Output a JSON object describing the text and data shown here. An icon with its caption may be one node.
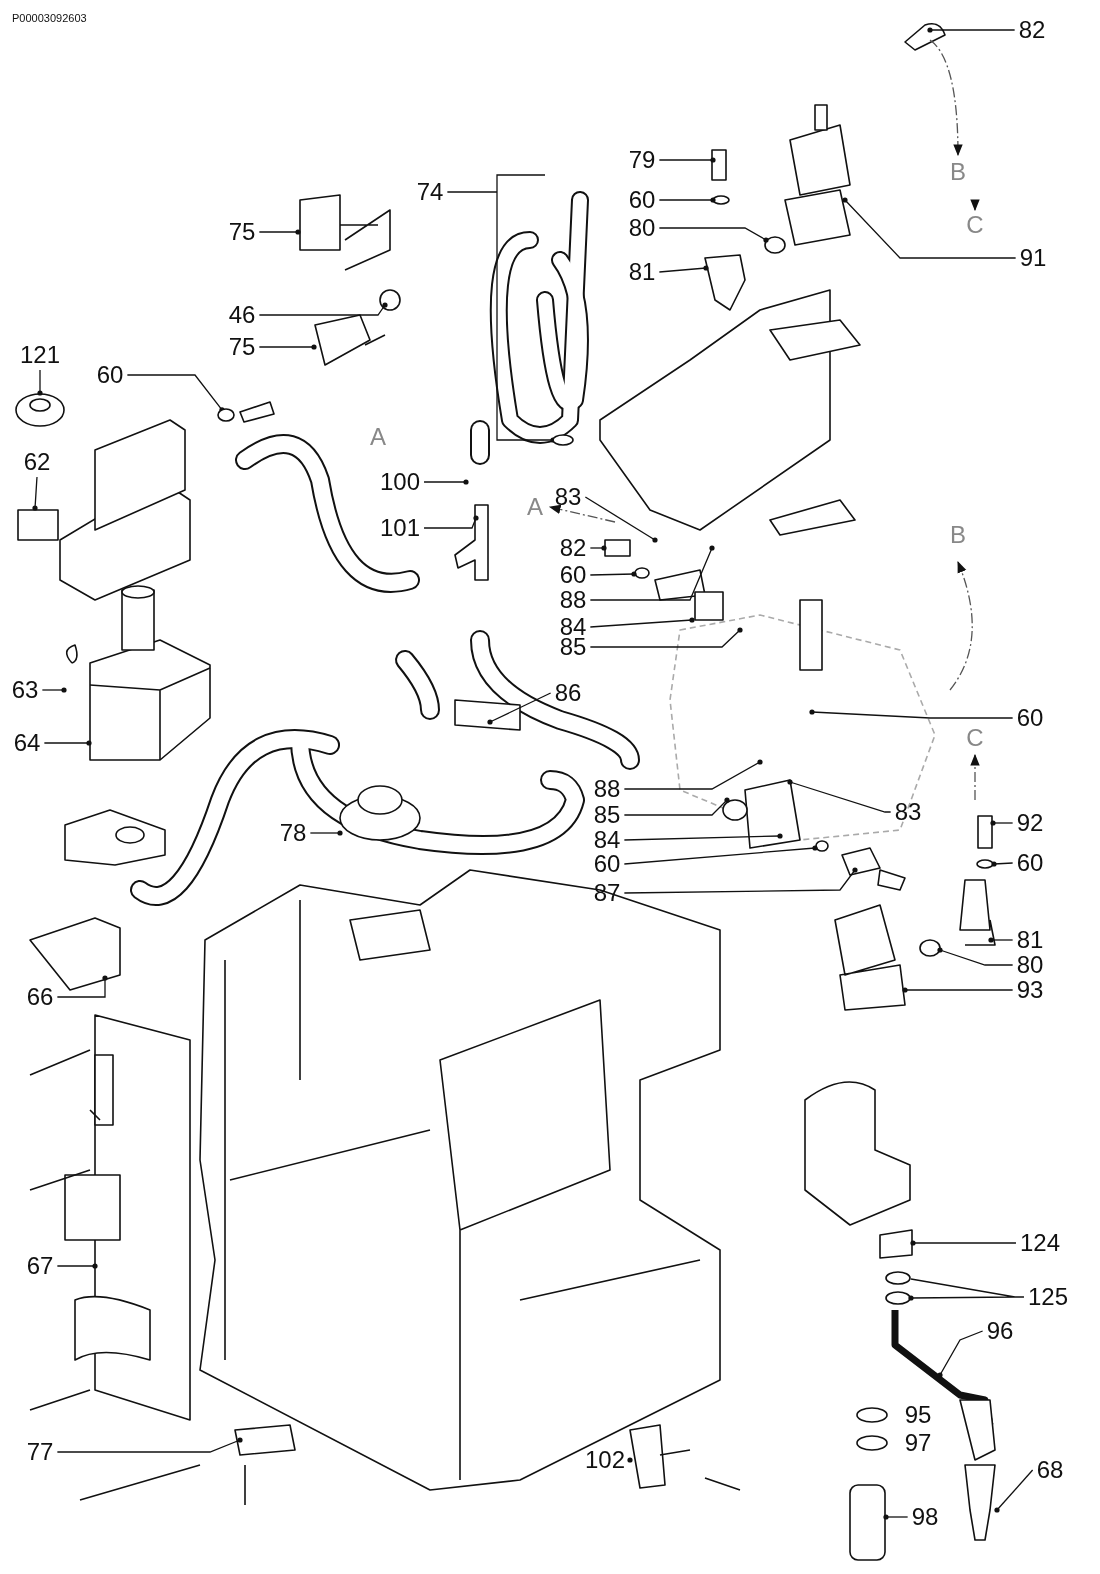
{
  "diagram": {
    "nodes": [
      {
        "text": [
          "82"
        ]
      },
      {
        "text": [
          "79"
        ]
      },
      {
        "text": [
          "60"
        ]
      },
      {
        "text": [
          "80"
        ]
      },
      {
        "text": [
          "81"
        ]
      },
      {
        "text": [
          "74"
        ]
      },
      {
        "text": [
          "91"
        ]
      },
      {
        "text": [
          "75"
        ]
      },
      {
        "text": [
          "46"
        ]
      },
      {
        "text": [
          "75"
        ]
      },
      {
        "text": [
          "121"
        ]
      },
      {
        "text": [
          "60"
        ]
      },
      {
        "text": [
          "62"
        ]
      },
      {
        "text": [
          "100"
        ]
      },
      {
        "text": [
          "101"
        ]
      },
      {
        "text": [
          "83"
        ]
      },
      {
        "text": [
          "82"
        ]
      },
      {
        "text": [
          "60"
        ]
      },
      {
        "text": [
          "88"
        ]
      },
      {
        "text": [
          "84"
        ]
      },
      {
        "text": [
          "85"
        ]
      },
      {
        "text": [
          "86"
        ]
      },
      {
        "text": [
          "63"
        ]
      },
      {
        "text": [
          "64"
        ]
      },
      {
        "text": [
          "60"
        ]
      },
      {
        "text": [
          "88"
        ]
      },
      {
        "text": [
          "85"
        ]
      },
      {
        "text": [
          "83"
        ]
      },
      {
        "text": [
          "84"
        ]
      },
      {
        "text": [
          "92"
        ]
      },
      {
        "text": [
          "60"
        ]
      },
      {
        "text": [
          "60"
        ]
      },
      {
        "text": [
          "87"
        ]
      },
      {
        "text": [
          "78"
        ]
      },
      {
        "text": [
          "81"
        ]
      },
      {
        "text": [
          "80"
        ]
      },
      {
        "text": [
          "93"
        ]
      },
      {
        "text": [
          "66"
        ]
      },
      {
        "text": [
          "67"
        ]
      },
      {
        "text": [
          "124"
        ]
      },
      {
        "text": [
          "125"
        ]
      },
      {
        "text": [
          "96"
        ]
      },
      {
        "text": [
          "77"
        ]
      },
      {
        "text": [
          "102"
        ]
      },
      {
        "text": [
          "68"
        ]
      },
      {
        "text": [
          "98"
        ]
      },
      {
        "text": [],
        "shape": "circle"
      },
      {
        "text": [],
        "shape": "circle"
      }
    ],
    "edges": [
      {
        "from": 0,
        "to": null,
        "arrow": "other"
      },
      {
        "from": 1,
        "to": null,
        "arrow": "other"
      },
      {
        "from": 2,
        "to": null,
        "arrow": "other"
      },
      {
        "from": 3,
        "to": null,
        "arrow": "other"
      },
      {
        "from": 4,
        "to": null,
        "arrow": "other"
      },
      {
        "from": 5,
        "to": 47,
        "arrow": "other"
      },
      {
        "from": 6,
        "to": null,
        "arrow": "other"
      },
      {
        "from": 7,
        "to": null,
        "arrow": "other"
      },
      {
        "from": 8,
        "to": null,
        "arrow": "other"
      },
      {
        "from": 9,
        "to": null,
        "arrow": "other"
      },
      {
        "from": 10,
        "to": null,
        "arrow": "other"
      },
      {
        "from": 11,
        "to": 46,
        "arrow": "other"
      },
      {
        "from": 12,
        "to": null,
        "arrow": "other"
      },
      {
        "from": 13,
        "to": null,
        "arrow": "other"
      },
      {
        "from": 14,
        "to": null,
        "arrow": "other"
      },
      {
        "from": 15,
        "to": null,
        "arrow": "other"
      },
      {
        "from": 16,
        "to": null,
        "arrow": "other"
      },
      {
        "from": 17,
        "to": null,
        "arrow": "other"
      },
      {
        "from": 18,
        "to": null,
        "arrow": "other"
      },
      {
        "from": 19,
        "to": null,
        "arrow": "other"
      },
      {
        "from": 20,
        "to": null,
        "arrow": "other"
      },
      {
        "from": 21,
        "to": null,
        "arrow": "other"
      },
      {
        "from": 22,
        "to": null,
        "arrow": "other"
      },
      {
        "from": 23,
        "to": null,
        "arrow": "other"
      },
      {
        "from": 24,
        "to": null,
        "arrow": "other"
      },
      {
        "from": 25,
        "to": null,
        "arrow": "other"
      },
      {
        "from": 26,
        "to": null,
        "arrow": "other"
      },
      {
        "from": 27,
        "to": null,
        "arrow": "other"
      },
      {
        "from": 28,
        "to": null,
        "arrow": "other"
      },
      {
        "from": 29,
        "to": null,
        "arrow": "other"
      },
      {
        "from": 30,
        "to": null,
        "arrow": "other"
      },
      {
        "from": 31,
        "to": null,
        "arrow": "other"
      },
      {
        "from": 32,
        "to": null,
        "arrow": "other"
      },
      {
        "from": 33,
        "to": null,
        "arrow": "other"
      },
      {
        "from": 34,
        "to": null,
        "arrow": "other"
      },
      {
        "from": 35,
        "to": null,
        "arrow": "other"
      },
      {
        "from": 36,
        "to": null,
        "arrow": "other"
      },
      {
        "from": 37,
        "to": null,
        "arrow": "other"
      },
      {
        "from": 38,
        "to": null,
        "arrow": "other"
      },
      {
        "from": 39,
        "to": null,
        "arrow": "other"
      },
      {
        "from": 40,
        "to": null,
        "arrow": "other"
      },
      {
        "from": 41,
        "to": null,
        "arrow": "other"
      },
      {
        "from": 42,
        "to": null,
        "arrow": "other"
      },
      {
        "from": 43,
        "to": null,
        "arrow": "other"
      },
      {
        "from": 44,
        "to": null,
        "arrow": "other"
      },
      {
        "from": 45,
        "to": null,
        "arrow": "other"
      }
    ],
    "labels": [
      "P00003092603",
      "B",
      "C",
      "A",
      "A",
      "B",
      "C",
      "95",
      "97"
    ]
  }
}
